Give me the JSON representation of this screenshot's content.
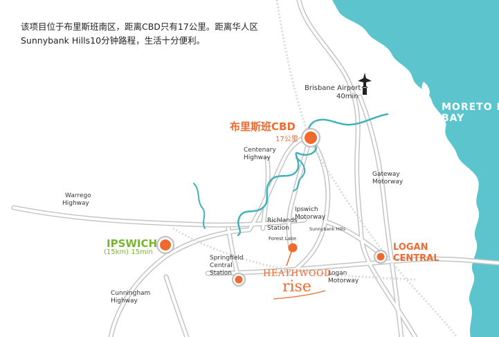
{
  "intro": {
    "line1": "该项目位于布里斯班南区，距离CBD只有17公里。距离华人区",
    "line2": "Sunnybank Hills10分钟路程，生活十分便利。"
  },
  "places": {
    "cbd_name": "布里斯班CBD",
    "cbd_distance": "17公里",
    "airport_name": "Brisbane Airport",
    "airport_time": "40min",
    "bay_line1": "MORETO N",
    "bay_line2": "BAY",
    "centenary_line1": "Centenary",
    "centenary_line2": "Highway",
    "gateway_line1": "Gateway",
    "gateway_line2": "Motorway",
    "warrego_line1": "Warrego",
    "warrego_line2": "Highway",
    "ipswich_mw_line1": "Ipswich",
    "ipswich_mw_line2": "Motorway",
    "richlands_line1": "Richlands",
    "richlands_line2": "Station",
    "sunnybank": "Sunnybank Hills",
    "forest_lake": "Forest Lake",
    "ipswich_name": "IPSWICH",
    "ipswich_time": "(15km) 15min",
    "logan_line1": "LOGAN",
    "logan_line2": "CENTRAL",
    "springfield_line1": "Springfield",
    "springfield_line2": "Central",
    "springfield_line3": "Station",
    "logan_mw_line1": "Logan",
    "logan_mw_line2": "Motorway",
    "cunningham_line1": "Cunningham",
    "cunningham_line2": "Highway",
    "heathwood_line1": "HEATHWOOD",
    "heathwood_line2": "rise"
  },
  "colors": {
    "sea": "#5bc4cc",
    "river": "#3db2ba",
    "road": "#bdbdbd",
    "marker": "#ee6a2f",
    "ipswich_green": "#76b829"
  },
  "icons": {
    "airport": "airplane-icon"
  }
}
